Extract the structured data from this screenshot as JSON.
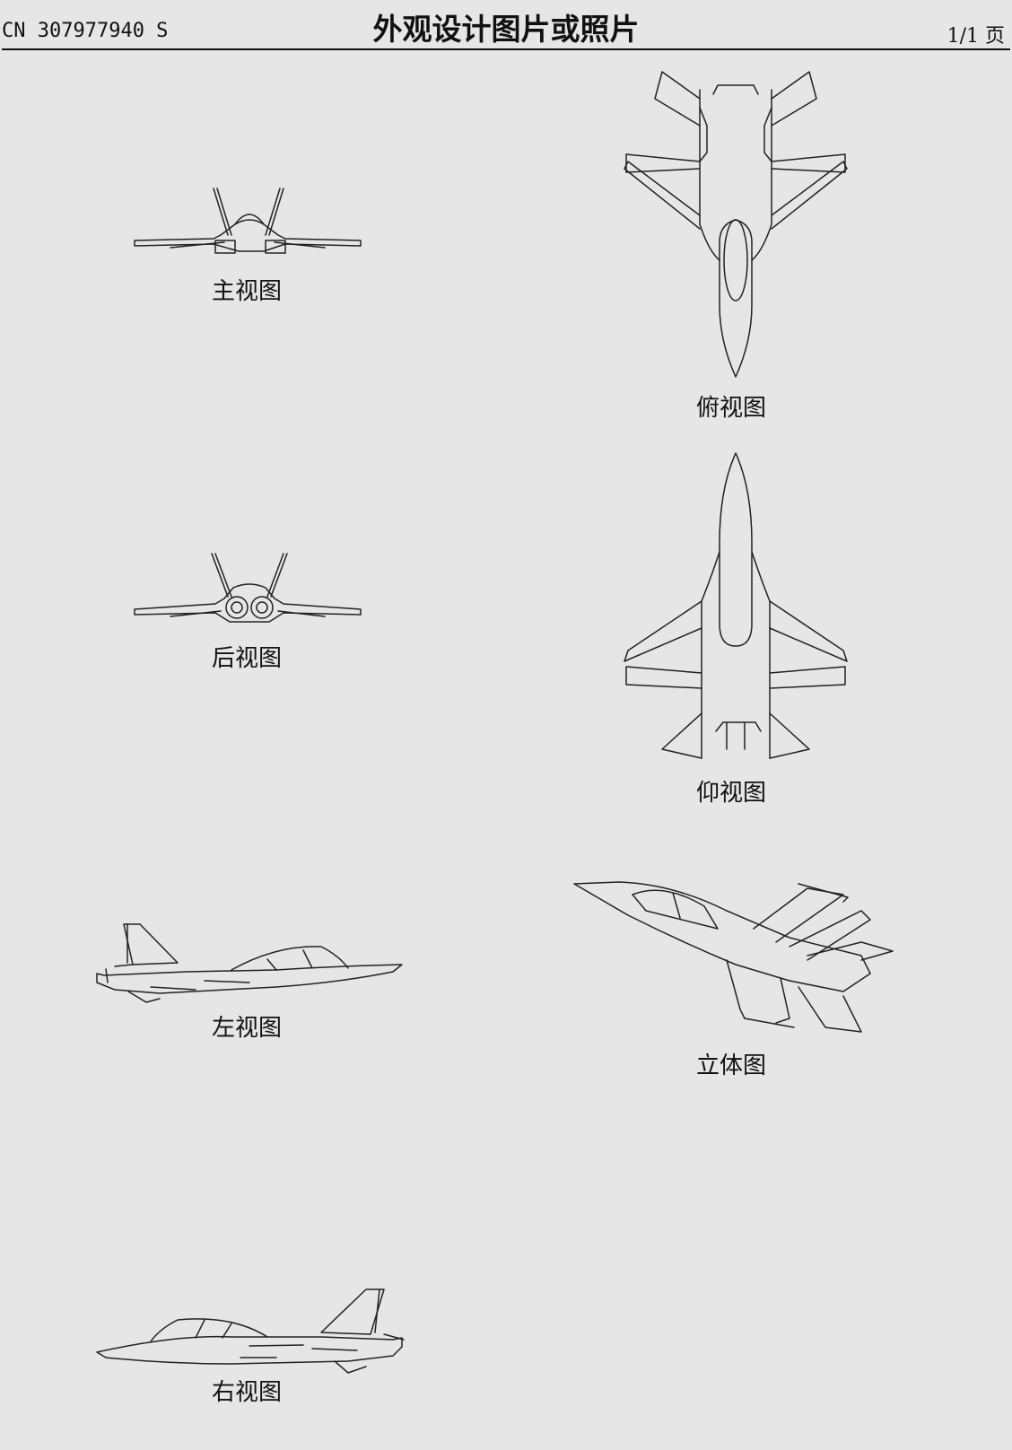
{
  "header": {
    "doc_number": "CN 307977940 S",
    "title": "外观设计图片或照片",
    "page": "1/1 页"
  },
  "views": {
    "front": "主视图",
    "top": "俯视图",
    "rear": "后视图",
    "bottom": "仰视图",
    "left": "左视图",
    "perspective": "立体图",
    "right": "右视图"
  }
}
